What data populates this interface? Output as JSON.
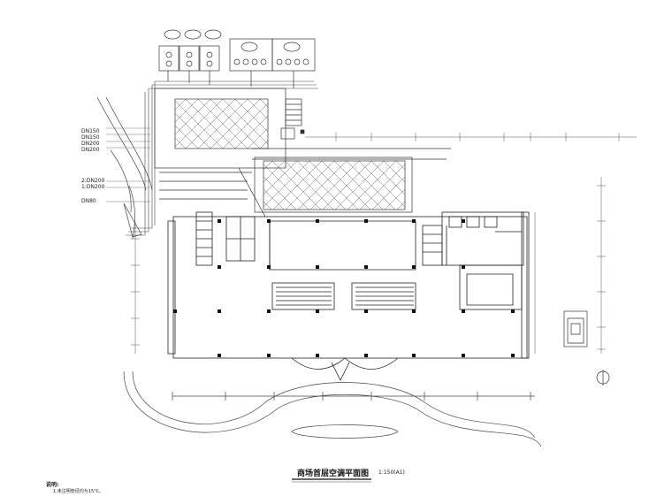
{
  "title": "商场首层空调平面图",
  "scale": "1:150(A1)",
  "notes_heading": "说明:",
  "notes": [
    "1.未注明管径均为15°C。"
  ],
  "left_labels": [
    {
      "text": "DN150"
    },
    {
      "text": "DN150"
    },
    {
      "text": "DN200"
    },
    {
      "text": "DN200"
    },
    {
      "text": "2:DN200"
    },
    {
      "text": "1:DN200"
    },
    {
      "text": "DN80"
    }
  ]
}
